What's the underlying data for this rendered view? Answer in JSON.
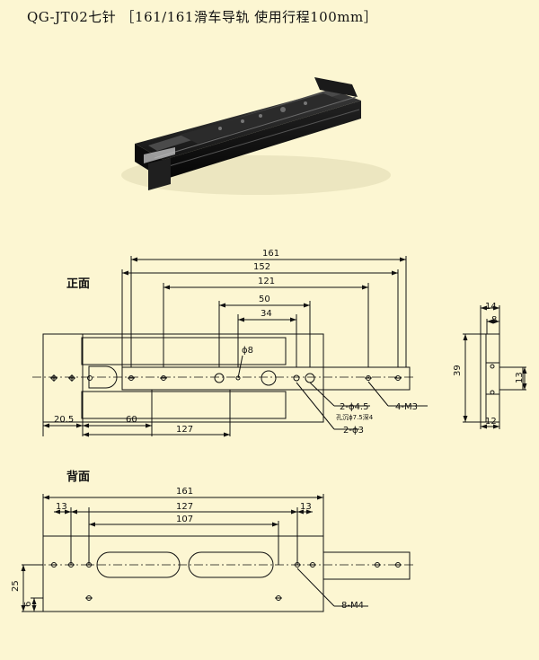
{
  "title": {
    "model": "QG-JT02七针",
    "bracket_open": "［",
    "spec": "161/161滑车导轨 使用行程100mm",
    "bracket_close": "］"
  },
  "front_view": {
    "label": "正面",
    "dimensions": {
      "d161": "161",
      "d152": "152",
      "d121": "121",
      "d50": "50",
      "d34": "34",
      "d20_5": "20.5",
      "d60": "60",
      "d127": "127"
    },
    "callouts": {
      "phi8": "ϕ8",
      "hole45": "2-ϕ4.5",
      "counterbore": "孔沉ϕ7.5深4",
      "hole3": "2-ϕ3",
      "m3": "4-M3"
    }
  },
  "side_view": {
    "dimensions": {
      "d14": "14",
      "d8": "8",
      "d39": "39",
      "d13": "13",
      "d12": "12"
    }
  },
  "back_view": {
    "label": "背面",
    "dimensions": {
      "d161": "161",
      "d13a": "13",
      "d127": "127",
      "d107": "107",
      "d13b": "13",
      "d25": "25",
      "d6": "6"
    },
    "callouts": {
      "m4": "8-M4"
    }
  },
  "colors": {
    "background": "#FCF6D2",
    "line": "#111111",
    "rail": "#1B1B1B"
  }
}
